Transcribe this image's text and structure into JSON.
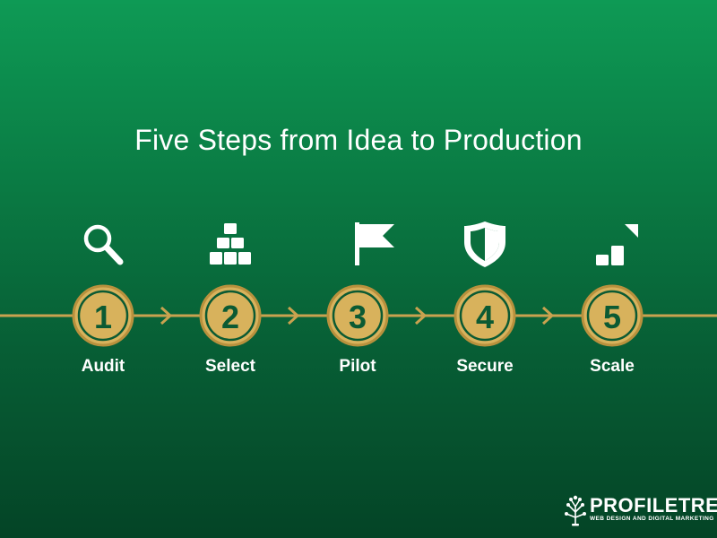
{
  "title": "Five Steps from Idea to Production",
  "steps": [
    {
      "number": "1",
      "label": "Audit",
      "icon": "magnifier-icon"
    },
    {
      "number": "2",
      "label": "Select",
      "icon": "stacked-blocks-icon"
    },
    {
      "number": "3",
      "label": "Pilot",
      "icon": "flag-icon"
    },
    {
      "number": "4",
      "label": "Secure",
      "icon": "shield-icon"
    },
    {
      "number": "5",
      "label": "Scale",
      "icon": "growth-bars-icon"
    }
  ],
  "logo": {
    "name": "PROFILETREE",
    "tagline": "WEB DESIGN AND DIGITAL MARKETING"
  },
  "colors": {
    "accent": "#c9a24f",
    "circle_fill": "#d8b25c",
    "number": "#0b5a33",
    "background_top": "#0e9a55",
    "background_bottom": "#044426"
  }
}
